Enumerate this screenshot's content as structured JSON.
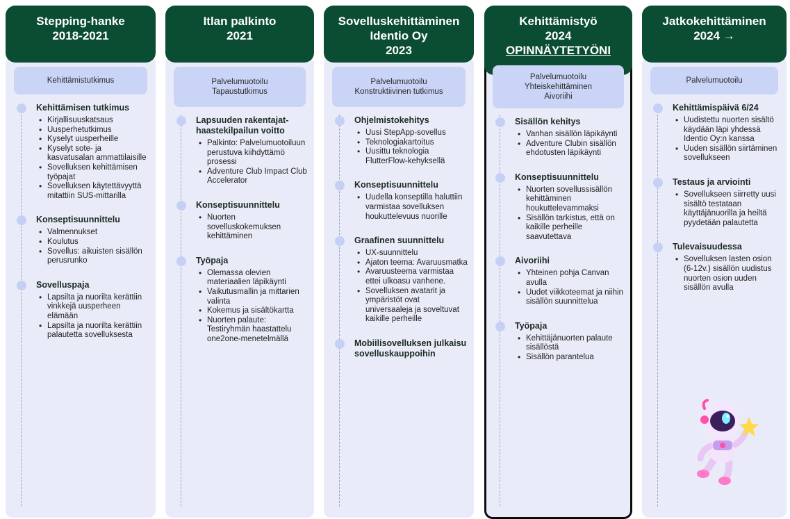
{
  "columns": [
    {
      "heading": [
        "Stepping-hanke",
        "2018-2021"
      ],
      "subtitle": [
        "Kehittämistutkimus"
      ],
      "sections": [
        {
          "title": "Kehittämisen tutkimus",
          "items": [
            "Kirjallisuuskatsaus",
            "Uusperhetutkimus",
            "Kyselyt uusperheille",
            "Kyselyt sote- ja kasvatusalan ammattilaisille",
            "Sovelluksen kehittämisen työpajat",
            "Sovelluksen käytettävyyttä mitattiin SUS-mittarilla"
          ]
        },
        {
          "title": "Konseptisuunnittelu",
          "items": [
            "Valmennukset",
            "Koulutus",
            "Sovellus: aikuisten sisällön perusrunko"
          ]
        },
        {
          "title": "Sovelluspaja",
          "items": [
            "Lapsilta ja nuorilta kerättiin vinkkejä uusperheen elämään",
            "Lapsilta ja nuorilta kerättiin palautetta sovelluksesta"
          ]
        }
      ]
    },
    {
      "heading": [
        "Itlan palkinto",
        "2021"
      ],
      "subtitle": [
        "Palvelumuotoilu",
        "Tapaustutkimus"
      ],
      "sections": [
        {
          "title": "Lapsuuden rakentajat-haastekilpailun voitto",
          "items": [
            "Palkinto: Palvelumuotoiluun perustuva kiihdyttämö prosessi",
            "Adventure Club Impact Club Accelerator"
          ]
        },
        {
          "title": "Konseptisuunnittelu",
          "items": [
            "Nuorten sovelluskokemuksen kehittäminen"
          ]
        },
        {
          "title": "Työpaja",
          "items": [
            "Olemassa olevien materiaalien läpikäynti",
            "Vaikutusmallin ja mittarien valinta",
            "Kokemus ja sisältökartta",
            "Nuorten palaute: Testiryhmän haastattelu one2one-menetelmällä"
          ]
        }
      ]
    },
    {
      "heading": [
        "Sovelluskehittäminen",
        "Identio Oy",
        "2023"
      ],
      "subtitle": [
        "Palvelumuotoilu",
        "Konstruktiivinen tutkimus"
      ],
      "sections": [
        {
          "title": "Ohjelmistokehitys",
          "items": [
            "Uusi StepApp-sovellus",
            "Teknologiakartoitus",
            "Uusittu teknologia FlutterFlow-kehyksellä"
          ]
        },
        {
          "title": "Konseptisuunnittelu",
          "items": [
            "Uudella konseptilla haluttiin varmistaa sovelluksen houkuttelevuus nuorille"
          ]
        },
        {
          "title": "Graafinen suunnittelu",
          "items": [
            "UX-suunnittelu",
            "Ajaton teema: Avaruusmatka",
            "Avaruusteema varmistaa ettei ulkoasu vanhene.",
            "Sovelluksen avatarit ja ympäristöt ovat universaaleja ja soveltuvat kaikille perheille"
          ]
        },
        {
          "title": "Mobiilisovelluksen julkaisu sovelluskauppoihin",
          "items": []
        }
      ]
    },
    {
      "heading": [
        "Kehittämistyö",
        "2024",
        "OPINNÄYTETYÖNI"
      ],
      "subtitle": [
        "Palvelumuotoilu",
        "Yhteiskehittäminen",
        "Aivoriihi"
      ],
      "sections": [
        {
          "title": "Sisällön kehitys",
          "items": [
            "Vanhan sisällön läpikäynti",
            "Adventure Clubin sisällön ehdotusten läpikäynti"
          ]
        },
        {
          "title": "Konseptisuunnittelu",
          "items": [
            "Nuorten sovellussisällön kehittäminen houkuttelevammaksi",
            "Sisällön tarkistus, että on kaikille perheille saavutettava"
          ]
        },
        {
          "title": "Aivoriihi",
          "items": [
            "Yhteinen pohja Canvan avulla",
            "Uudet viikkoteemat ja niihin sisällön suunnittelua"
          ]
        },
        {
          "title": "Työpaja",
          "items": [
            "Kehittäjänuorten palaute sisällöstä",
            "Sisällön parantelua"
          ]
        }
      ]
    },
    {
      "heading": [
        "Jatkokehittäminen",
        "2024 →"
      ],
      "subtitle": [
        "Palvelumuotoilu"
      ],
      "sections": [
        {
          "title": "Kehittämispäivä 6/24",
          "items": [
            "Uudistettu nuorten sisältö käydään läpi yhdessä Identio Oy:n kanssa",
            "Uuden sisällön siirtäminen sovellukseen"
          ]
        },
        {
          "title": "Testaus ja arviointi",
          "items": [
            "Sovellukseen siirretty uusi sisältö testataan käyttäjänuorilla ja heiltä pyydetään palautetta"
          ]
        },
        {
          "title": "Tulevaisuudessa",
          "items": [
            "Sovelluksen lasten osion (6-12v.) sisällön uudistus nuorten osion uuden sisällön avulla"
          ]
        }
      ]
    }
  ],
  "colors": {
    "header_green": "#0b4d32",
    "panel_bg": "#e9ecf8",
    "subtitle_bg": "#c9d4f7",
    "dot": "#c5d0f4",
    "highlight_border": "#0b0b0b"
  },
  "decoration": {
    "icon": "astronaut-mascot-icon"
  }
}
